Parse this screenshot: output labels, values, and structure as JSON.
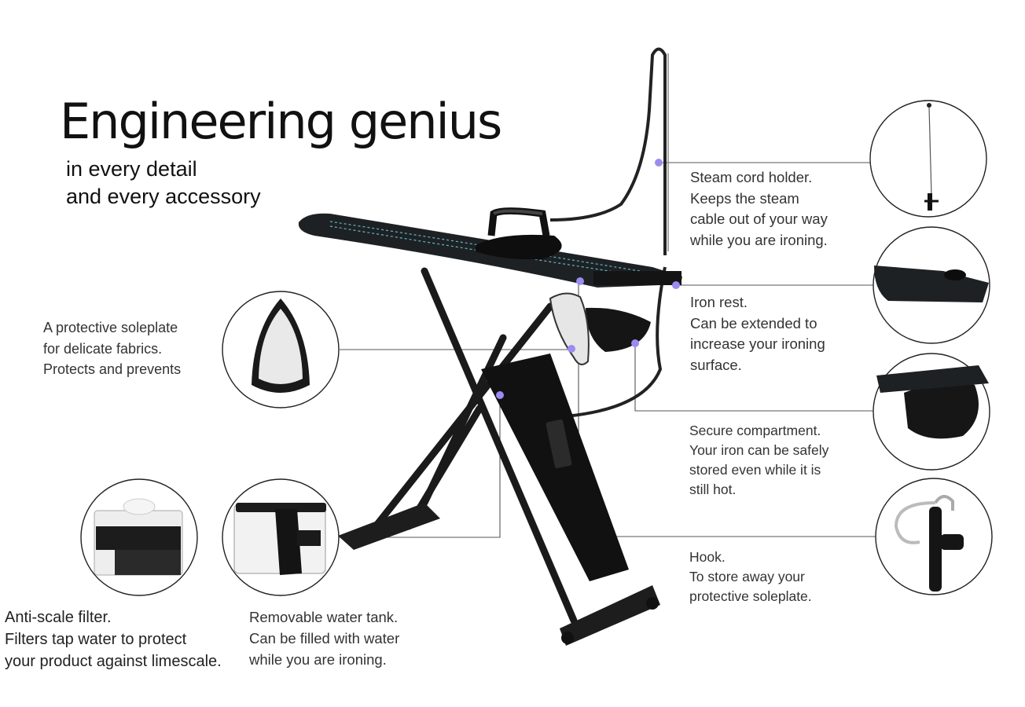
{
  "heading": {
    "title": "Engineering genius",
    "subtitle_lines": [
      "in every detail",
      "and every accessory"
    ]
  },
  "callouts": {
    "steam_cord_holder": [
      "Steam cord holder.",
      "Keeps the steam",
      "cable out of your way",
      "while you are ironing."
    ],
    "iron_rest": [
      "Iron rest.",
      "Can be extended to",
      "increase your ironing",
      "surface."
    ],
    "secure_compartment": [
      "Secure compartment.",
      "Your iron can be safely",
      "stored even while it is",
      "still hot."
    ],
    "hook": [
      "Hook.",
      "To store away your",
      "protective soleplate."
    ],
    "protective_soleplate": [
      "A protective soleplate",
      "for delicate fabrics.",
      "Protects and prevents"
    ],
    "anti_scale_filter": [
      "Anti-scale filter.",
      "Filters tap water to protect",
      "your product against limescale."
    ],
    "water_tank": [
      "Removable water tank.",
      "Can be filled with water",
      "while you are ironing."
    ]
  },
  "colors": {
    "marker": "#9b8cf0",
    "board": "#1e2124",
    "stitching": "#5fb8c9"
  }
}
